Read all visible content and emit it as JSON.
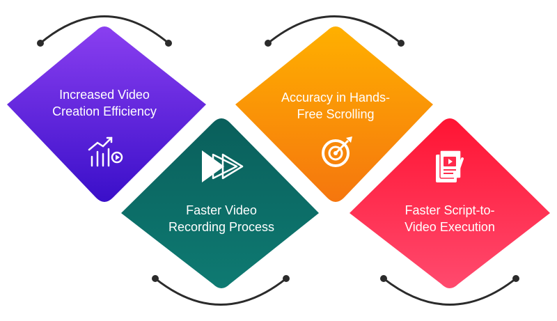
{
  "cards": [
    {
      "line1": "Increased Video",
      "line2": "Creation Efficiency",
      "icon": "growth-chart-play-icon",
      "color_top": "#8a3ff0",
      "color_bottom": "#3a0fc9"
    },
    {
      "line1": "Faster Video",
      "line2": "Recording Process",
      "icon": "fast-forward-icon",
      "color_top": "#0c6d68",
      "color_bottom": "#0e7a72"
    },
    {
      "line1": "Accuracy in Hands-",
      "line2": "Free Scrolling",
      "icon": "target-icon",
      "color_top": "#ffb000",
      "color_bottom": "#f5760e"
    },
    {
      "line1": "Faster Script-to-",
      "line2": "Video Execution",
      "icon": "script-video-icon",
      "color_top": "#ff1c3a",
      "color_bottom": "#ff3d66"
    }
  ],
  "connector_color": "#2b2b2b"
}
